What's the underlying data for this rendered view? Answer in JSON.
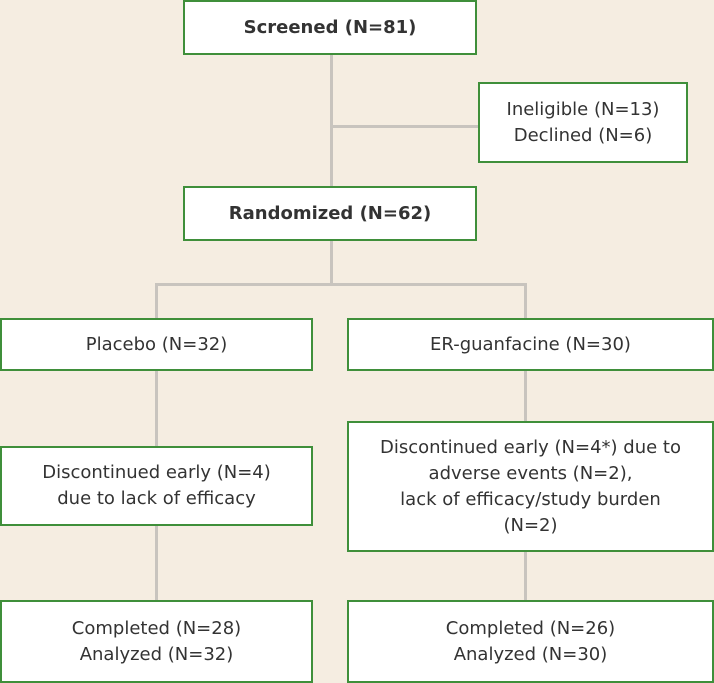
{
  "colors": {
    "background": "#f5ede1",
    "box_border": "#3f8f3a",
    "box_fill": "#ffffff",
    "connector": "#c8c4be",
    "text": "#333333"
  },
  "screened": {
    "text": "Screened (N=81)"
  },
  "excluded": {
    "line1": "Ineligible (N=13)",
    "line2": "Declined (N=6)"
  },
  "randomized": {
    "text": "Randomized (N=62)"
  },
  "placebo": {
    "arm": "Placebo (N=32)",
    "discontinued_line1": "Discontinued early (N=4)",
    "discontinued_line2": "due to lack of efficacy",
    "completed": "Completed (N=28)",
    "analyzed": "Analyzed (N=32)"
  },
  "guanfacine": {
    "arm": "ER-guanfacine (N=30)",
    "discontinued_line1": "Discontinued early (N=4*) due to",
    "discontinued_line2": "adverse events (N=2),",
    "discontinued_line3": "lack of efficacy/study burden",
    "discontinued_line4": "(N=2)",
    "completed": "Completed (N=26)",
    "analyzed": "Analyzed (N=30)"
  }
}
